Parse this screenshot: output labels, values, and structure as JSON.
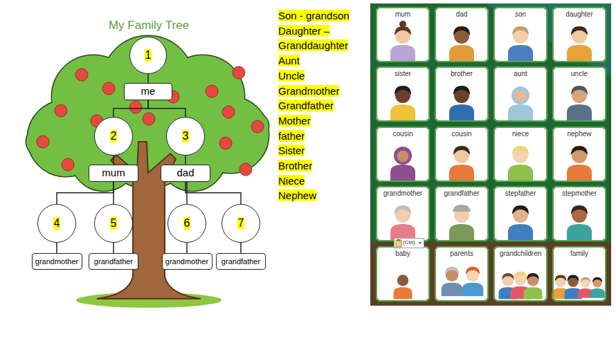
{
  "diagram": {
    "title": "My Family Tree",
    "nodes": [
      {
        "text": [
          "1"
        ]
      },
      {
        "text": [
          "me"
        ]
      },
      {
        "text": [
          "2"
        ]
      },
      {
        "text": [
          "3"
        ]
      },
      {
        "text": [
          "mum"
        ]
      },
      {
        "text": [
          "dad"
        ]
      },
      {
        "text": [
          "4"
        ]
      },
      {
        "text": [
          "5"
        ]
      },
      {
        "text": [
          "6"
        ]
      },
      {
        "text": [
          "7"
        ]
      },
      {
        "text": [
          "grandmother"
        ]
      },
      {
        "text": [
          "grandfather"
        ]
      },
      {
        "text": [
          "grandmother"
        ]
      },
      {
        "text": [
          "grandfather"
        ]
      },
      {
        "text": [
          "mum"
        ]
      },
      {
        "text": [
          "dad"
        ]
      },
      {
        "text": [
          "son"
        ]
      },
      {
        "text": [
          "daughter"
        ]
      },
      {
        "text": [
          "sister"
        ]
      },
      {
        "text": [
          "brother"
        ]
      },
      {
        "text": [
          "aunt"
        ]
      },
      {
        "text": [
          "uncle"
        ]
      },
      {
        "text": [
          "cousin"
        ]
      },
      {
        "text": [
          "cousin"
        ]
      },
      {
        "text": [
          "niece"
        ]
      },
      {
        "text": [
          "nephew"
        ]
      },
      {
        "text": [
          "grandmother"
        ]
      },
      {
        "text": [
          "grandfather"
        ]
      },
      {
        "text": [
          "stepfather"
        ]
      },
      {
        "text": [
          "stepmother"
        ]
      },
      {
        "text": [
          "baby"
        ]
      },
      {
        "text": [
          "parents"
        ]
      },
      {
        "text": [
          "grandchildren"
        ]
      },
      {
        "text": [
          "family"
        ]
      }
    ],
    "edges": [
      {
        "from": 0,
        "to": 1,
        "arrow": "none"
      },
      {
        "from": 1,
        "to": 2,
        "arrow": "none"
      },
      {
        "from": 1,
        "to": 3,
        "arrow": "none"
      },
      {
        "from": 2,
        "to": 4,
        "arrow": "none"
      },
      {
        "from": 3,
        "to": 5,
        "arrow": "none"
      },
      {
        "from": 4,
        "to": 6,
        "arrow": "none"
      },
      {
        "from": 4,
        "to": 7,
        "arrow": "none"
      },
      {
        "from": 5,
        "to": 8,
        "arrow": "none"
      },
      {
        "from": 5,
        "to": 9,
        "arrow": "none"
      },
      {
        "from": 6,
        "to": 10,
        "arrow": "none"
      },
      {
        "from": 7,
        "to": 11,
        "arrow": "none"
      },
      {
        "from": 8,
        "to": 12,
        "arrow": "none"
      },
      {
        "from": 9,
        "to": 13,
        "arrow": "none"
      }
    ],
    "labels": [
      "Son - grandson",
      "Daughter – Granddaughter",
      "Aunt",
      "Uncle",
      "Grandmother",
      "Grandfather",
      "Mother",
      "father",
      "Sister",
      "Brother",
      "Niece",
      "Nephew",
      "(Ctrl)"
    ]
  }
}
